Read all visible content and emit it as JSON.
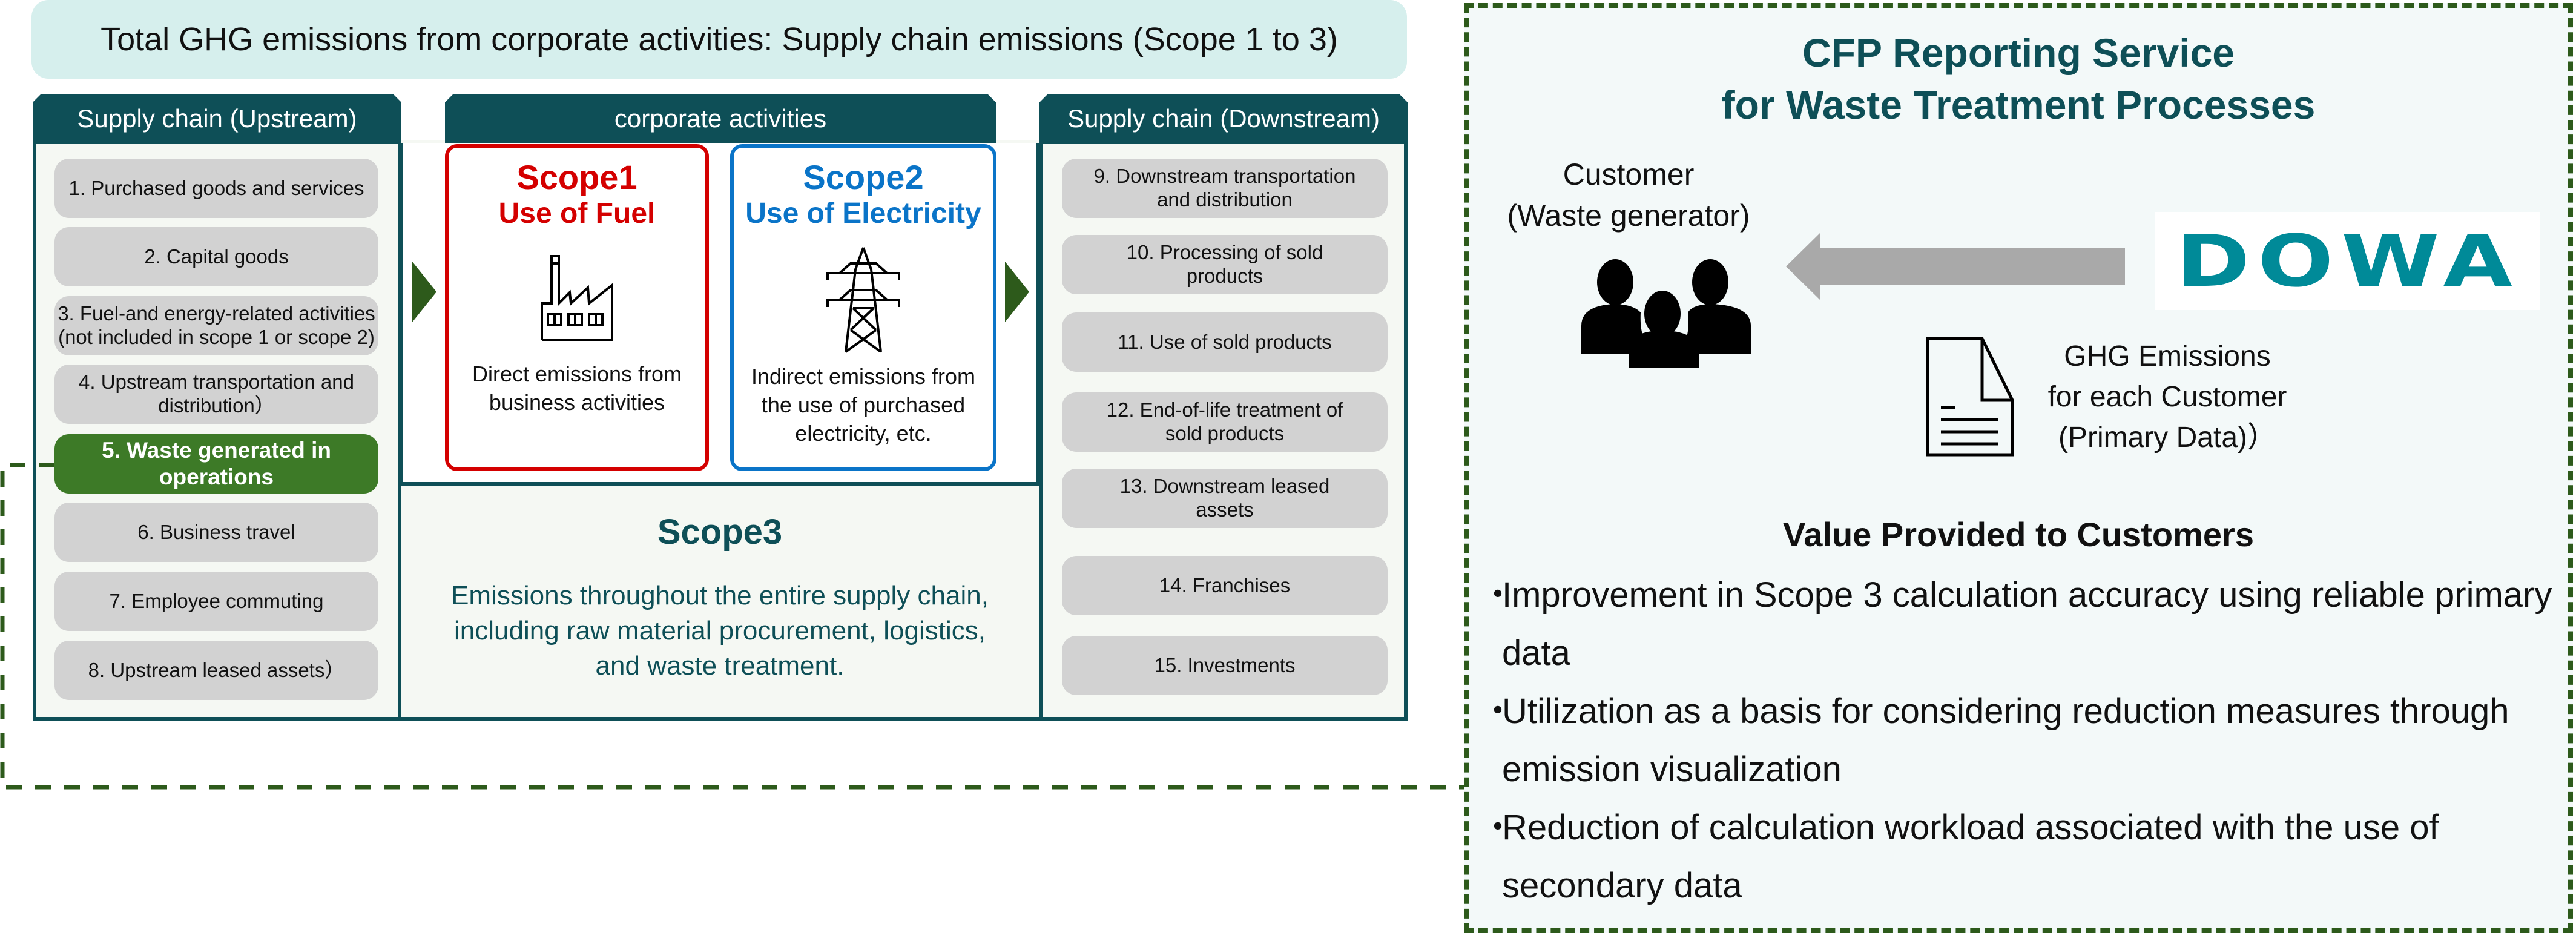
{
  "header": {
    "title": "Total GHG emissions from corporate activities: Supply chain emissions (Scope 1 to 3)"
  },
  "upstream": {
    "label": "Supply chain (Upstream)",
    "items": [
      {
        "label": "1. Purchased goods and services",
        "highlight": false
      },
      {
        "label": "2. Capital goods",
        "highlight": false
      },
      {
        "label": "3. Fuel-and energy-related activities\n(not included in scope 1 or scope 2)",
        "highlight": false
      },
      {
        "label": "4. Upstream transportation and\ndistribution）",
        "highlight": false
      },
      {
        "label": "5. Waste generated in\noperations",
        "highlight": true
      },
      {
        "label": "6. Business travel",
        "highlight": false
      },
      {
        "label": "7. Employee commuting",
        "highlight": false
      },
      {
        "label": "8. Upstream leased assets）",
        "highlight": false
      }
    ]
  },
  "corporate": {
    "label": "corporate activities",
    "scope1": {
      "title": "Scope1",
      "subtitle": "Use of Fuel",
      "icon": "factory-icon",
      "description": "Direct emissions from\nbusiness activities",
      "color": "#d40000"
    },
    "scope2": {
      "title": "Scope2",
      "subtitle": "Use of Electricity",
      "icon": "power-tower-icon",
      "description": "Indirect emissions from\nthe use of purchased\nelectricity, etc.",
      "color": "#0a74c8"
    }
  },
  "scope3": {
    "title": "Scope3",
    "description": "Emissions throughout the entire supply chain,\nincluding raw material procurement, logistics,\nand waste treatment."
  },
  "downstream": {
    "label": "Supply chain (Downstream)",
    "items": [
      {
        "label": "9. Downstream transportation\nand distribution"
      },
      {
        "label": "10. Processing of sold\nproducts"
      },
      {
        "label": "11. Use of sold products"
      },
      {
        "label": "12. End-of-life treatment of\nsold products"
      },
      {
        "label": "13. Downstream leased\nassets"
      },
      {
        "label": "14. Franchises"
      },
      {
        "label": "15. Investments"
      }
    ]
  },
  "service": {
    "title": "CFP Reporting Service\nfor Waste Treatment Processes",
    "customer_label": "Customer\n(Waste generator)",
    "customer_icon": "people-group-icon",
    "provider_logo": "DOWA",
    "report_icon": "document-icon",
    "report_label": "GHG Emissions\nfor each Customer\n(Primary Data)）",
    "value_title": "Value Provided to Customers",
    "bullet": "・",
    "values": [
      "Improvement in Scope 3 calculation accuracy using reliable primary data",
      "Utilization as a basis for considering reduction measures through emission visualization",
      "Reduction of calculation workload associated with the use of secondary data"
    ]
  },
  "colors": {
    "header_teal": "#0e4f57",
    "highlight_green": "#3d7a27",
    "dashed_green": "#2d5a1b",
    "scope1_red": "#d40000",
    "scope2_blue": "#0a74c8",
    "dowa_teal": "#008a98",
    "item_gray": "#d2d2d2"
  }
}
